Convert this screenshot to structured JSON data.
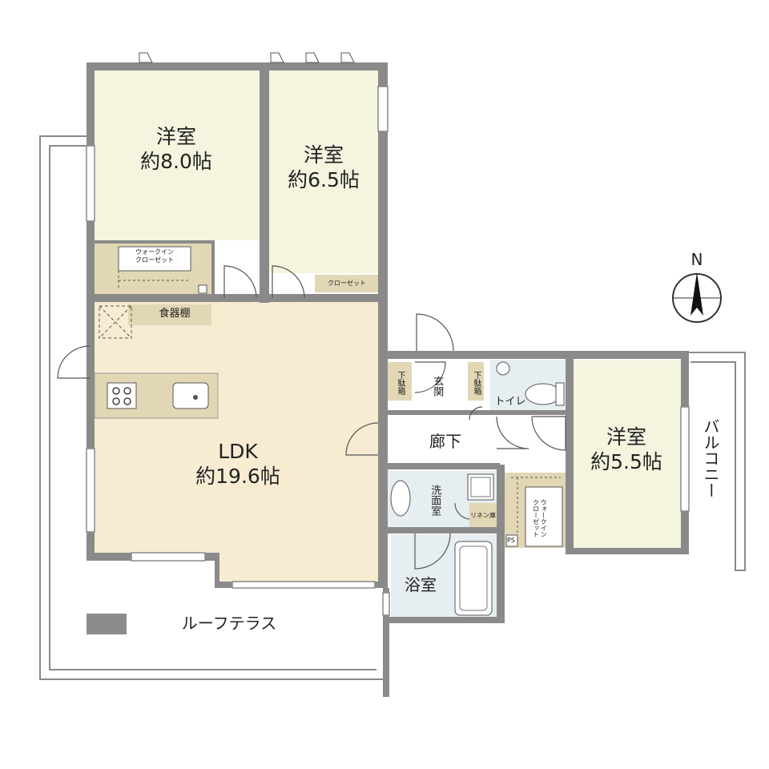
{
  "rooms": {
    "bedroom1": {
      "name": "洋室",
      "size": "約8.0帖"
    },
    "bedroom2": {
      "name": "洋室",
      "size": "約6.5帖"
    },
    "bedroom3": {
      "name": "洋室",
      "size": "約5.5帖"
    },
    "ldk": {
      "name": "LDK",
      "size": "約19.6帖"
    },
    "corridor": "廊下",
    "entrance": "玄関",
    "toilet": "トイレ",
    "washroom": "洗面室",
    "bathroom": "浴室",
    "balcony": "バルコニー",
    "roof_terrace": "ルーフテラス"
  },
  "storage": {
    "walkin1": "ウォークイン\nクローゼット",
    "walkin2": "ウォークイン\nクローゼット",
    "closet": "クローゼット",
    "pantry": "食器棚",
    "shoe_left": "下駄箱",
    "shoe_right": "下駄箱",
    "linen": "リネン庫",
    "ps": "PS"
  },
  "compass": {
    "label": "N"
  },
  "colors": {
    "wall": "#8a8a8a",
    "bedroom": "#f4f4df",
    "ldk": "#f7ecd2",
    "storage": "#e2d7b4",
    "wet": "#e6eef1",
    "corridor": "#ffffff",
    "legend_swatch": "#8c8c8c"
  }
}
